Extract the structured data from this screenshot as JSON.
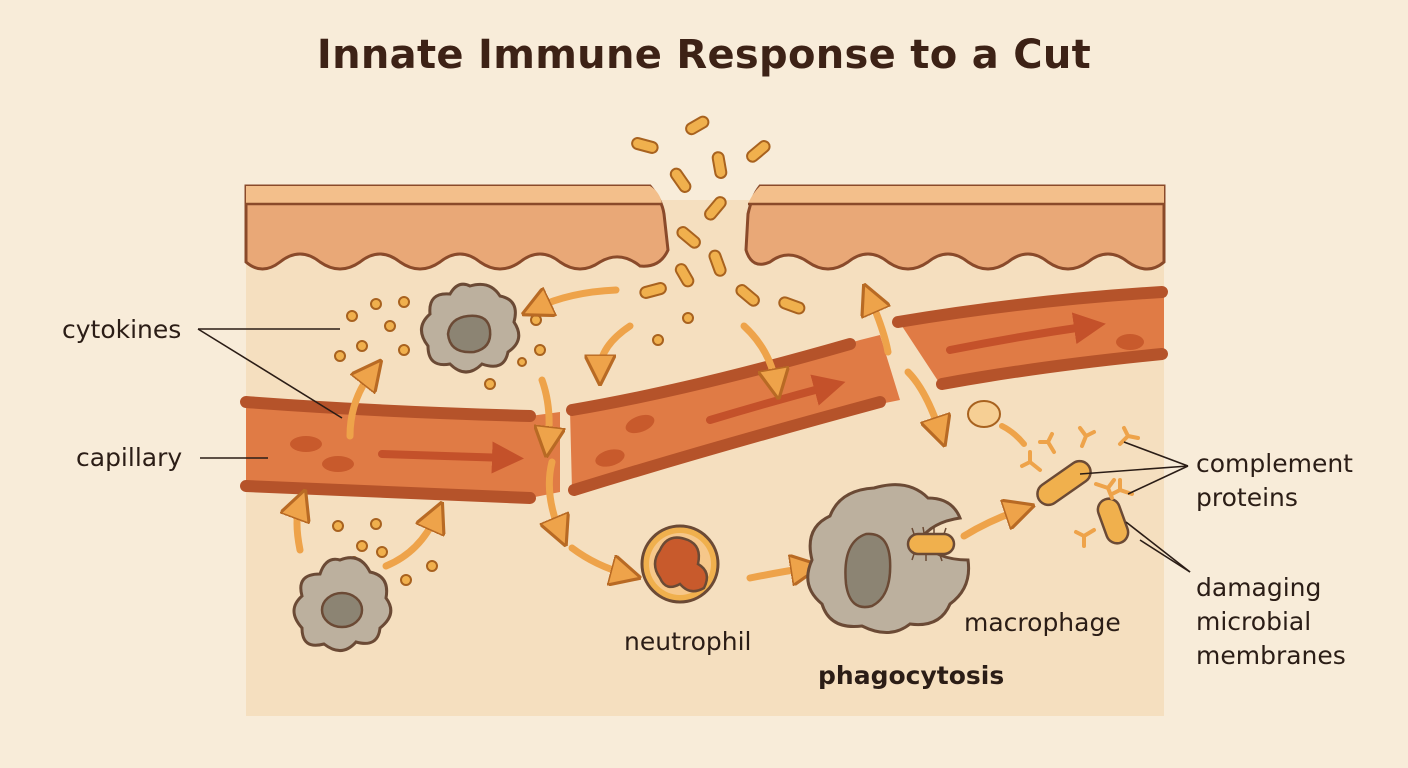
{
  "title": "Innate Immune Response to a Cut",
  "labels": {
    "cytokines": "cytokines",
    "capillary": "capillary",
    "complement_1": "complement",
    "complement_2": "proteins",
    "damaging_1": "damaging",
    "damaging_2": "microbial",
    "damaging_3": "membranes",
    "neutrophil": "neutrophil",
    "macrophage": "macrophage",
    "phagocytosis": "phagocytosis"
  },
  "colors": {
    "background": "#f8ecd9",
    "panel": "#f5dfbf",
    "skin": "#e9a877",
    "skin_top": "#f3bf8b",
    "vessel": "#e07b45",
    "vessel_edge": "#b5532a",
    "rbc": "#c85a2c",
    "arrow": "#eea34a",
    "arrow_edge": "#b86a24",
    "cell_gray": "#bcb09e",
    "nucleus": "#8c8473",
    "bacteria": "#f0b04d",
    "outline": "#6b4a35",
    "title": "#3d2216"
  }
}
